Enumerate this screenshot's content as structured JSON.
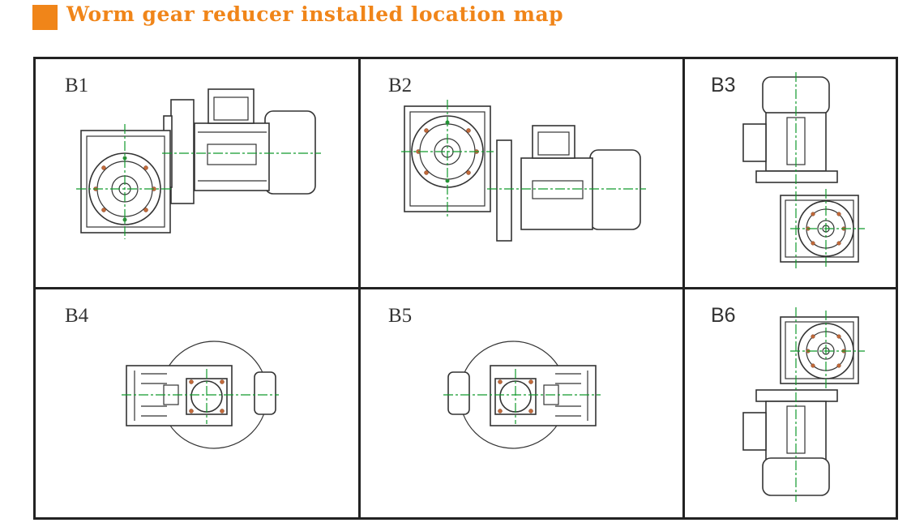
{
  "title": "Worm gear reducer installed location map",
  "colors": {
    "accent": "#f08519",
    "centerline": "#109a2c",
    "bolt": "#c26a3a",
    "frame": "#222222"
  },
  "positions": [
    {
      "label": "B1"
    },
    {
      "label": "B2"
    },
    {
      "label": "B3"
    },
    {
      "label": "B4"
    },
    {
      "label": "B5"
    },
    {
      "label": "B6"
    }
  ]
}
